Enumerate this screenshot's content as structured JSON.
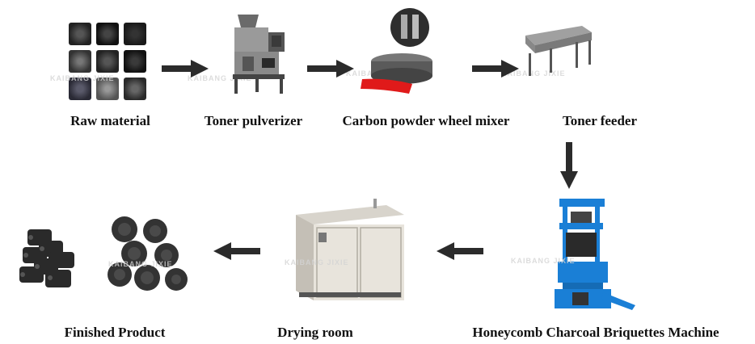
{
  "stages": [
    {
      "label": "Raw material"
    },
    {
      "label": "Toner pulverizer"
    },
    {
      "label": "Carbon powder wheel mixer"
    },
    {
      "label": "Toner feeder"
    },
    {
      "label": "Honeycomb Charcoal Briquettes Machine"
    },
    {
      "label": "Drying room"
    },
    {
      "label": "Finished Product"
    }
  ],
  "watermark": "KAIBANG JIXIE",
  "icons": [
    "raw-material-image",
    "pulverizer-image",
    "wheel-mixer-image",
    "feeder-image",
    "briquette-machine-image",
    "drying-room-image",
    "finished-product-image"
  ],
  "colors": {
    "arrow": "#2b2b2b",
    "machine_blue": "#1a7fd6",
    "mixer_red": "#e01a1a",
    "cabinet": "#e8e4dc"
  }
}
